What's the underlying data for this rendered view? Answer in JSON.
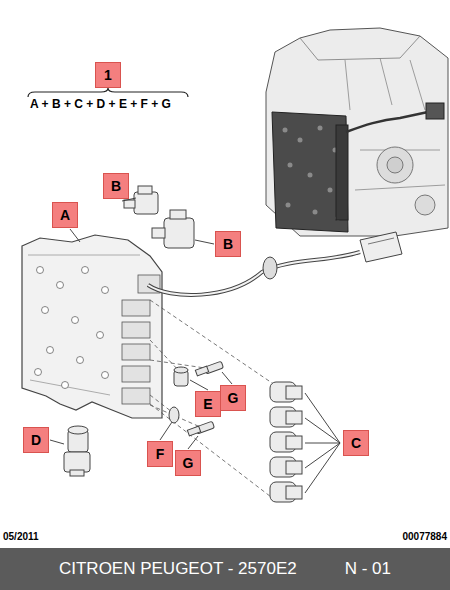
{
  "diagram": {
    "nodes": [
      {
        "text": [
          "1"
        ]
      },
      {
        "text": [
          "A"
        ]
      },
      {
        "text": [
          "B"
        ]
      },
      {
        "text": [
          "B"
        ]
      },
      {
        "text": [
          "C"
        ]
      },
      {
        "text": [
          "D"
        ]
      },
      {
        "text": [
          "E"
        ]
      },
      {
        "text": [
          "F"
        ]
      },
      {
        "text": [
          "G"
        ]
      },
      {
        "text": [
          "G"
        ]
      },
      {
        "text": [
          "CITROEN PEUGEOT - 2570E2",
          "N - 01"
        ]
      }
    ],
    "labels": [
      "A + B + C + D + E + F + G",
      "05/2011",
      "00077884"
    ]
  }
}
